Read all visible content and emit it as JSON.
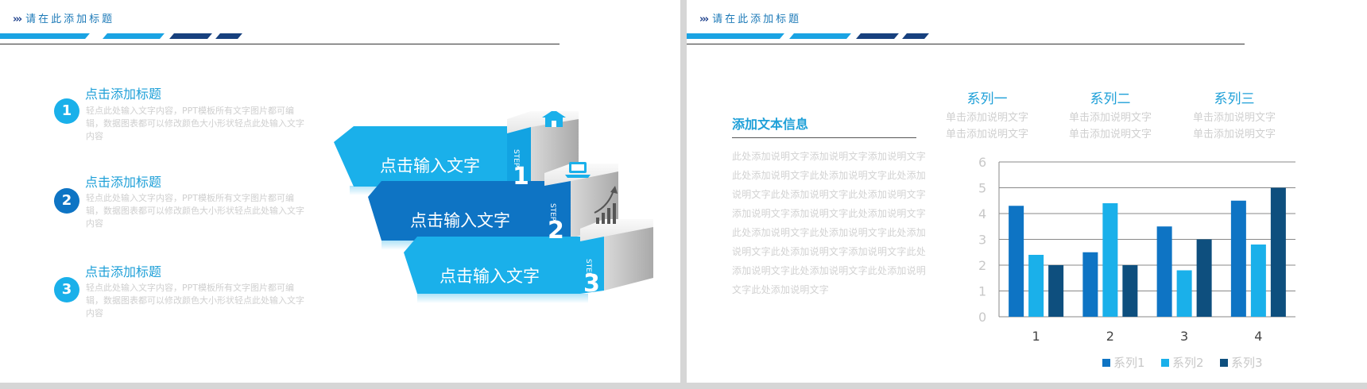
{
  "header": {
    "arrows": "›››",
    "title": "请在此添加标题"
  },
  "left": {
    "items": [
      {
        "num": "1",
        "title": "点击添加标题",
        "desc": "轻点此处输入文字内容，PPT模板所有文字图片都可编辑，数据图表都可以修改颜色大小形状轻点此处输入文字内容"
      },
      {
        "num": "2",
        "title": "点击添加标题",
        "desc": "轻点此处输入文字内容，PPT模板所有文字图片都可编辑，数据图表都可以修改颜色大小形状轻点此处输入文字内容"
      },
      {
        "num": "3",
        "title": "点击添加标题",
        "desc": "轻点此处输入文字内容，PPT模板所有文字图片都可编辑，数据图表都可以修改颜色大小形状轻点此处输入文字内容"
      }
    ],
    "steps": [
      {
        "label": "点击输入文字",
        "step_word": "STEP",
        "num": "1",
        "icon": "house-icon"
      },
      {
        "label": "点击输入文字",
        "step_word": "STEP",
        "num": "2",
        "icon": "laptop-icon"
      },
      {
        "label": "点击输入文字",
        "step_word": "STEP",
        "num": "3",
        "icon": "growth-chart-icon"
      }
    ],
    "colors": {
      "light": "#1ab0ea",
      "dark": "#0e74c4"
    }
  },
  "right": {
    "text_title": "添加文本信息",
    "text_body": "此处添加说明文字添加说明文字添加说明文字此处添加说明文字此处添加说明文字此处添加说明文字此处添加说明文字此处添加说明文字添加说明文字添加说明文字此处添加说明文字此处添加说明文字此处添加说明文字此处添加说明文字此处添加说明文字添加说明文字此处添加说明文字此处添加说明文字此处添加说明文字此处添加说明文字",
    "series_headers": [
      {
        "title": "系列一",
        "desc1": "单击添加说明文字",
        "desc2": "单击添加说明文字"
      },
      {
        "title": "系列二",
        "desc1": "单击添加说明文字",
        "desc2": "单击添加说明文字"
      },
      {
        "title": "系列三",
        "desc1": "单击添加说明文字",
        "desc2": "单击添加说明文字"
      }
    ]
  },
  "chart_data": {
    "type": "bar",
    "categories": [
      "1",
      "2",
      "3",
      "4"
    ],
    "series": [
      {
        "name": "系列1",
        "values": [
          4.3,
          2.5,
          3.5,
          4.5
        ],
        "color": "#0e74c4"
      },
      {
        "name": "系列2",
        "values": [
          2.4,
          4.4,
          1.8,
          2.8
        ],
        "color": "#1ab0ea"
      },
      {
        "name": "系列3",
        "values": [
          2.0,
          2.0,
          3.0,
          5.0
        ],
        "color": "#0e4f7e"
      }
    ],
    "ylim": [
      0,
      6
    ],
    "yticks": [
      "0",
      "1",
      "2",
      "3",
      "4",
      "5",
      "6"
    ],
    "grid": true,
    "legend": "bottom"
  }
}
